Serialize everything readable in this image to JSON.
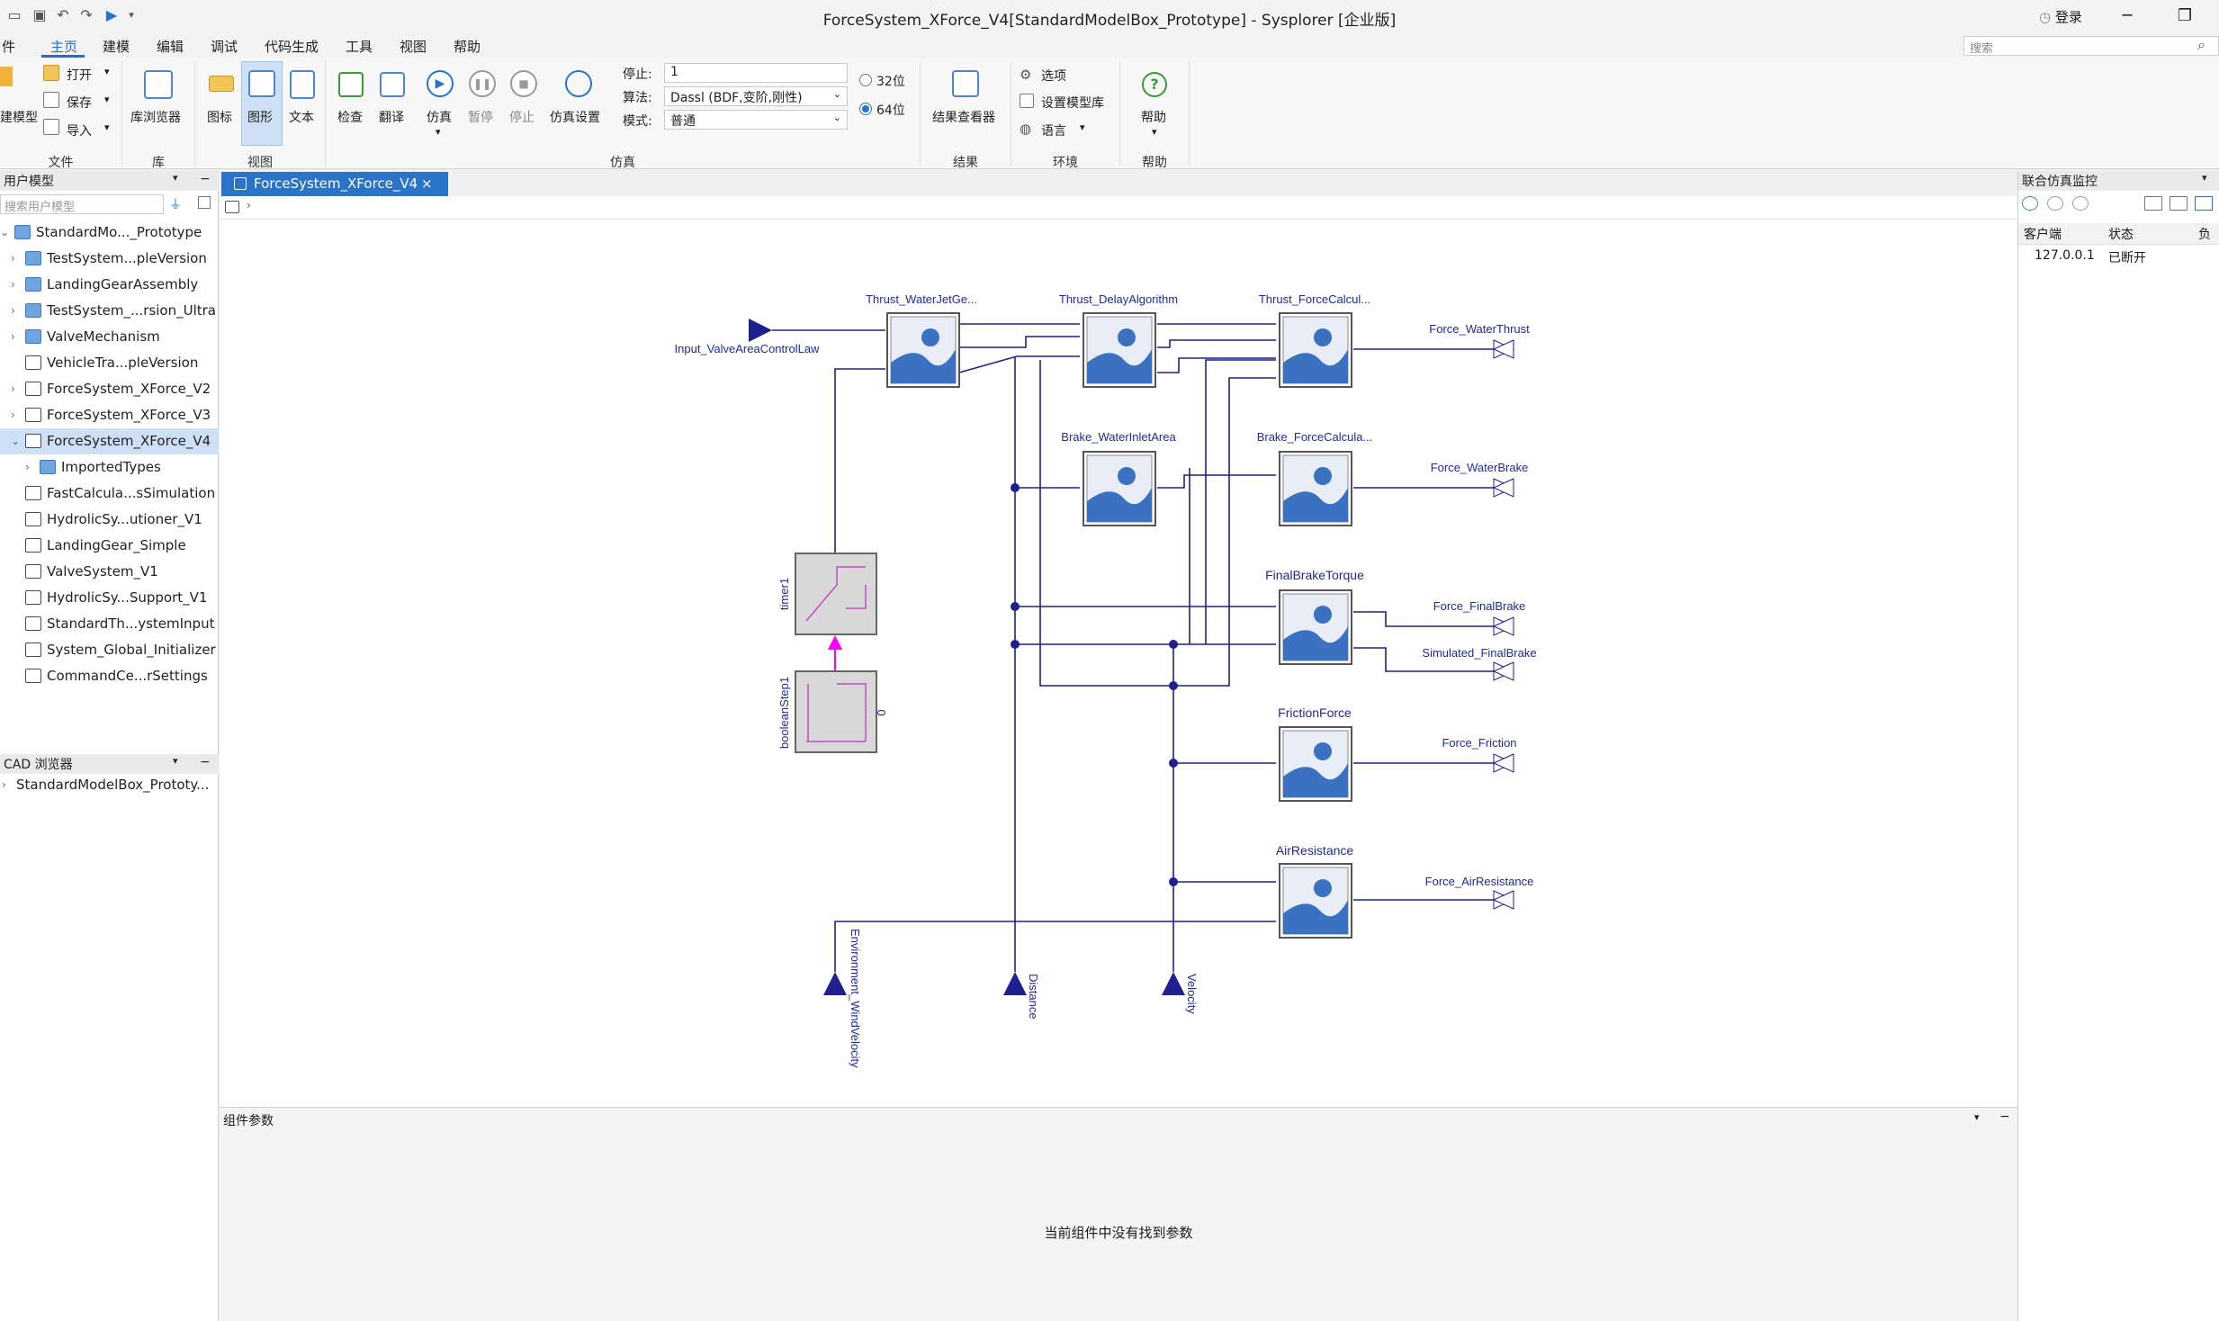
{
  "window": {
    "title": "ForceSystem_XForce_V4[StandardModelBox_Prototype] - Sysplorer [企业版]",
    "login": "登录"
  },
  "menu": {
    "items": [
      "件",
      "主页",
      "建模",
      "编辑",
      "调试",
      "代码生成",
      "工具",
      "视图",
      "帮助"
    ],
    "active": "主页",
    "search_placeholder": "搜索"
  },
  "ribbon": {
    "file": {
      "new_model": "建模型",
      "open": "打开",
      "save": "保存",
      "import": "导入",
      "group": "文件"
    },
    "library": {
      "browser": "库浏览器",
      "group": "库"
    },
    "view": {
      "icon": "图标",
      "diagram": "图形",
      "text": "文本",
      "group": "视图"
    },
    "sim": {
      "check": "检查",
      "translate": "翻译",
      "simulate": "仿真",
      "pause": "暂停",
      "stop": "停止",
      "settings": "仿真设置",
      "group": "仿真",
      "stop_label": "停止:",
      "stop_value": "1",
      "algo_label": "算法:",
      "algo_value": "Dassl (BDF,变阶,刚性)",
      "mode_label": "模式:",
      "mode_value": "普通",
      "bit32": "32位",
      "bit64": "64位",
      "selected_bits": "64位"
    },
    "result": {
      "viewer": "结果查看器",
      "group": "结果"
    },
    "env": {
      "options": "选项",
      "model_lib": "设置模型库",
      "language": "语言",
      "group": "环境"
    },
    "help": {
      "help": "帮助",
      "group": "帮助"
    }
  },
  "left_panel": {
    "title": "用户模型",
    "search_placeholder": "搜索用户模型",
    "tree": [
      {
        "label": "StandardMo..._Prototype",
        "level": 0,
        "icon": "folder-icon",
        "expanded": true
      },
      {
        "label": "TestSystem...pleVersion",
        "level": 1,
        "icon": "folder-icon"
      },
      {
        "label": "LandingGearAssembly",
        "level": 1,
        "icon": "folder-icon"
      },
      {
        "label": "TestSystem_...rsion_Ultra",
        "level": 1,
        "icon": "folder-icon"
      },
      {
        "label": "ValveMechanism",
        "level": 1,
        "icon": "folder-icon"
      },
      {
        "label": "VehicleTra...pleVersion",
        "level": 1,
        "icon": "model-icon"
      },
      {
        "label": "ForceSystem_XForce_V2",
        "level": 1,
        "icon": "model-icon"
      },
      {
        "label": "ForceSystem_XForce_V3",
        "level": 1,
        "icon": "model-icon"
      },
      {
        "label": "ForceSystem_XForce_V4",
        "level": 1,
        "icon": "model-icon",
        "selected": true,
        "expanded": true
      },
      {
        "label": "ImportedTypes",
        "level": 2,
        "icon": "folder-icon"
      },
      {
        "label": "FastCalcula...sSimulation",
        "level": 1,
        "icon": "model-icon"
      },
      {
        "label": "HydrolicSy...utioner_V1",
        "level": 1,
        "icon": "model-icon"
      },
      {
        "label": "LandingGear_Simple",
        "level": 1,
        "icon": "model-icon"
      },
      {
        "label": "ValveSystem_V1",
        "level": 1,
        "icon": "model-icon"
      },
      {
        "label": "HydrolicSy...Support_V1",
        "level": 1,
        "icon": "model-icon"
      },
      {
        "label": "StandardTh...ystemInput",
        "level": 1,
        "icon": "model-icon"
      },
      {
        "label": "System_Global_Initializer",
        "level": 1,
        "icon": "model-icon"
      },
      {
        "label": "CommandCe...rSettings",
        "level": 1,
        "icon": "model-icon"
      }
    ],
    "cad_title": "CAD 浏览器",
    "cad_items": [
      "StandardModelBox_Prototy..."
    ]
  },
  "editor": {
    "tab": "ForceSystem_XForce_V4"
  },
  "diagram": {
    "blocks": {
      "thrust_wjg": "Thrust_WaterJetGe...",
      "thrust_delay": "Thrust_DelayAlgorithm",
      "thrust_force": "Thrust_ForceCalcul...",
      "brake_inlet": "Brake_WaterInletArea",
      "brake_force": "Brake_ForceCalcula...",
      "final_brake": "FinalBrakeTorque",
      "friction": "FrictionForce",
      "air": "AirResistance",
      "timer": "timer1",
      "bool_step": "booleanStep1",
      "bool_zero": "0"
    },
    "inputs": {
      "valve": "Input_ValveAreaControlLaw",
      "wind": "Environment_WindVelocity",
      "distance": "Distance",
      "velocity": "Velocity"
    },
    "outputs": {
      "water_thrust": "Force_WaterThrust",
      "water_brake": "Force_WaterBrake",
      "final_brake": "Force_FinalBrake",
      "sim_final_brake": "Simulated_FinalBrake",
      "friction": "Force_Friction",
      "air": "Force_AirResistance"
    }
  },
  "params_panel": {
    "title": "组件参数",
    "empty_msg": "当前组件中没有找到参数"
  },
  "right_panel": {
    "title": "联合仿真监控",
    "columns": [
      "客户端",
      "状态",
      "负"
    ],
    "rows": [
      {
        "client": "127.0.0.1",
        "status": "已断开"
      }
    ]
  }
}
